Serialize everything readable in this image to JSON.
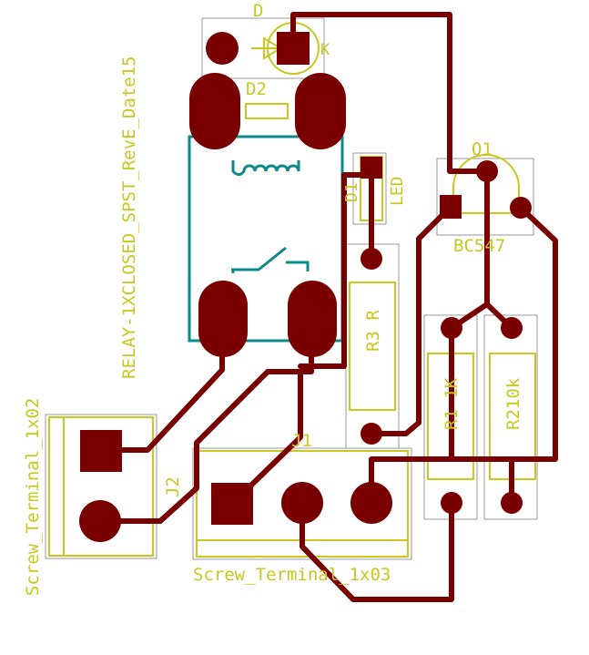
{
  "board": {
    "colors": {
      "copper": "#7a0000",
      "silkscreen": "#c8c81e",
      "fab": "#0e8a8a",
      "courtyard": "#9a9a9a",
      "background": "#ffffff"
    },
    "labels": {
      "relay_value": "RELAY-1XCLOSED_SPST_RevE_Date15",
      "diode_ref": "D",
      "diode_k": "K",
      "relay_ref": "D2",
      "led_ref": "D1",
      "led_value": "LED",
      "transistor_ref": "Q1",
      "transistor_value": "BC547",
      "r3": "R3 R",
      "r1": "R1 1K",
      "r2": "R210k",
      "j1_ref": "J1",
      "j1_value": "Screw_Terminal_1x03",
      "j2_ref": "J2",
      "j2_value": "Screw_Terminal_1x02"
    }
  }
}
